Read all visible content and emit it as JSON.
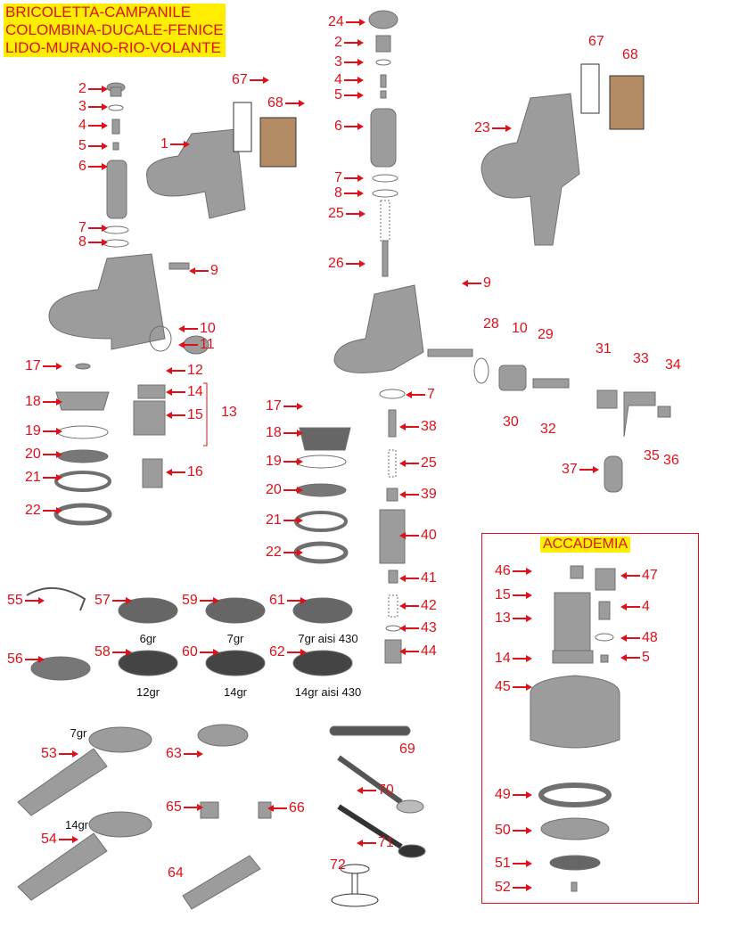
{
  "title_lines": [
    "BRICOLETTA-CAMPANILE",
    "COLOMBINA-DUCALE-FENICE",
    "LIDO-MURANO-RIO-VOLANTE"
  ],
  "accademia_title": "ACCADEMIA",
  "callouts": [
    "2",
    "3",
    "4",
    "5",
    "6",
    "1",
    "67",
    "68",
    "7",
    "8",
    "9",
    "10",
    "11",
    "17",
    "12",
    "18",
    "14",
    "15",
    "13",
    "19",
    "20",
    "21",
    "16",
    "22",
    "24",
    "2",
    "3",
    "4",
    "5",
    "6",
    "7",
    "8",
    "25",
    "26",
    "9",
    "28",
    "29",
    "10",
    "31",
    "33",
    "34",
    "7",
    "17",
    "18",
    "38",
    "19",
    "20",
    "25",
    "39",
    "21",
    "40",
    "22",
    "30",
    "32",
    "35",
    "36",
    "37",
    "41",
    "42",
    "43",
    "44",
    "67",
    "68",
    "23",
    "46",
    "47",
    "15",
    "4",
    "13",
    "48",
    "14",
    "5",
    "45",
    "49",
    "50",
    "51",
    "52",
    "55",
    "57",
    "59",
    "61",
    "56",
    "58",
    "60",
    "62",
    "53",
    "63",
    "69",
    "54",
    "65",
    "66",
    "70",
    "71",
    "64",
    "72"
  ],
  "basket_labels": [
    "6gr",
    "7gr",
    "7gr aisi 430",
    "12gr",
    "14gr",
    "14gr aisi 430"
  ],
  "portafilter_labels": [
    "7gr",
    "14gr"
  ],
  "colors": {
    "label": "#e0101a",
    "highlight": "#ffee00",
    "part": "#9a9a9a"
  }
}
